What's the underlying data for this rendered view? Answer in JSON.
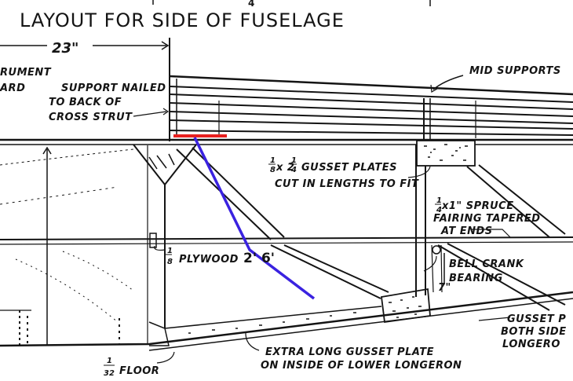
{
  "drawing": {
    "title": "LAYOUT FOR SIDE OF FUSELAGE",
    "top_dimension": "23\"",
    "top_edge_partial": "4",
    "ink_color": "#141414",
    "annotation_colors": {
      "red_marker": "#e8201f",
      "blue_line": "#3a22e0"
    }
  },
  "labels": {
    "instrument_board_line1": "RUMENT",
    "instrument_board_line2": "ARD",
    "support_nailed_line1": "SUPPORT NAILED",
    "support_nailed_line2": "TO BACK OF",
    "support_nailed_line3": "CROSS STRUT",
    "mid_supports": "MID SUPPORTS",
    "gusset_plates_size": "x 2",
    "gusset_plates_text": "GUSSET PLATES",
    "gusset_plates_line2": "CUT IN LENGTHS TO FIT",
    "gusset_frac_a_num": "1",
    "gusset_frac_a_den": "8",
    "gusset_frac_b_num": "1",
    "gusset_frac_b_den": "4",
    "spruce_frac_num": "1",
    "spruce_frac_den": "4",
    "spruce_line1": "x1\" SPRUCE",
    "spruce_line2": "FAIRING TAPERED",
    "spruce_line3": "AT ENDS",
    "plywood_frac_num": "1",
    "plywood_frac_den": "8",
    "plywood_text": "PLYWOOD",
    "bell_crank_line1": "BELL CRANK",
    "bell_crank_line2": "BEARING",
    "handwritten_dim": "2' 6'",
    "side_dim": "7\"",
    "extra_gusset_line1": "EXTRA LONG GUSSET PLATE",
    "extra_gusset_line2": "ON INSIDE OF LOWER LONGERON",
    "floor_frac_num": "1",
    "floor_frac_den": "32",
    "floor_text": "FLOOR",
    "gusset_right_line1": "GUSSET P",
    "gusset_right_line2": "BOTH SIDE",
    "gusset_right_line3": "LONGERO"
  }
}
